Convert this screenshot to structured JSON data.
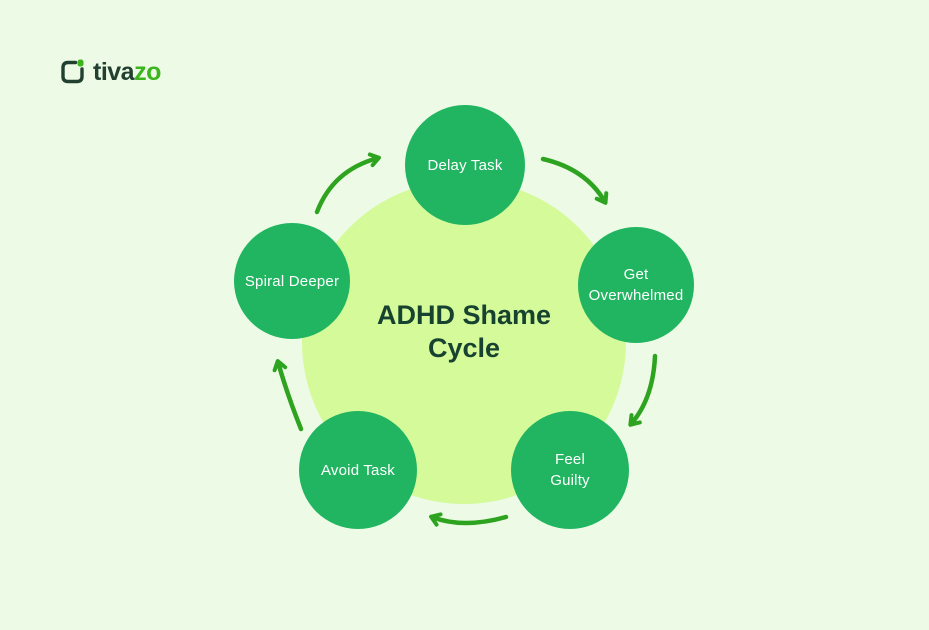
{
  "colors": {
    "background": "#edfbe6",
    "center_circle": "#d4fa99",
    "node_fill": "#21b561",
    "node_text": "#ffffff",
    "arrow": "#2ea31f",
    "title_text": "#174230",
    "logo_dark": "#21402f",
    "logo_green": "#3cb41e"
  },
  "logo": {
    "icon": "tivazo-mark-icon",
    "brand_prefix": "tiva",
    "brand_suffix": "zo"
  },
  "diagram": {
    "title": "ADHD Shame Cycle",
    "nodes": [
      {
        "id": "delay-task",
        "label": "Delay Task"
      },
      {
        "id": "get-overwhelmed",
        "label": "Get\nOverwhelmed"
      },
      {
        "id": "feel-guilty",
        "label": "Feel\nGuilty"
      },
      {
        "id": "avoid-task",
        "label": "Avoid Task"
      },
      {
        "id": "spiral-deeper",
        "label": "Spiral Deeper"
      }
    ],
    "arrows": [
      {
        "from": "delay-task",
        "to": "get-overwhelmed"
      },
      {
        "from": "get-overwhelmed",
        "to": "feel-guilty"
      },
      {
        "from": "feel-guilty",
        "to": "avoid-task"
      },
      {
        "from": "avoid-task",
        "to": "spiral-deeper"
      },
      {
        "from": "spiral-deeper",
        "to": "delay-task"
      }
    ]
  }
}
